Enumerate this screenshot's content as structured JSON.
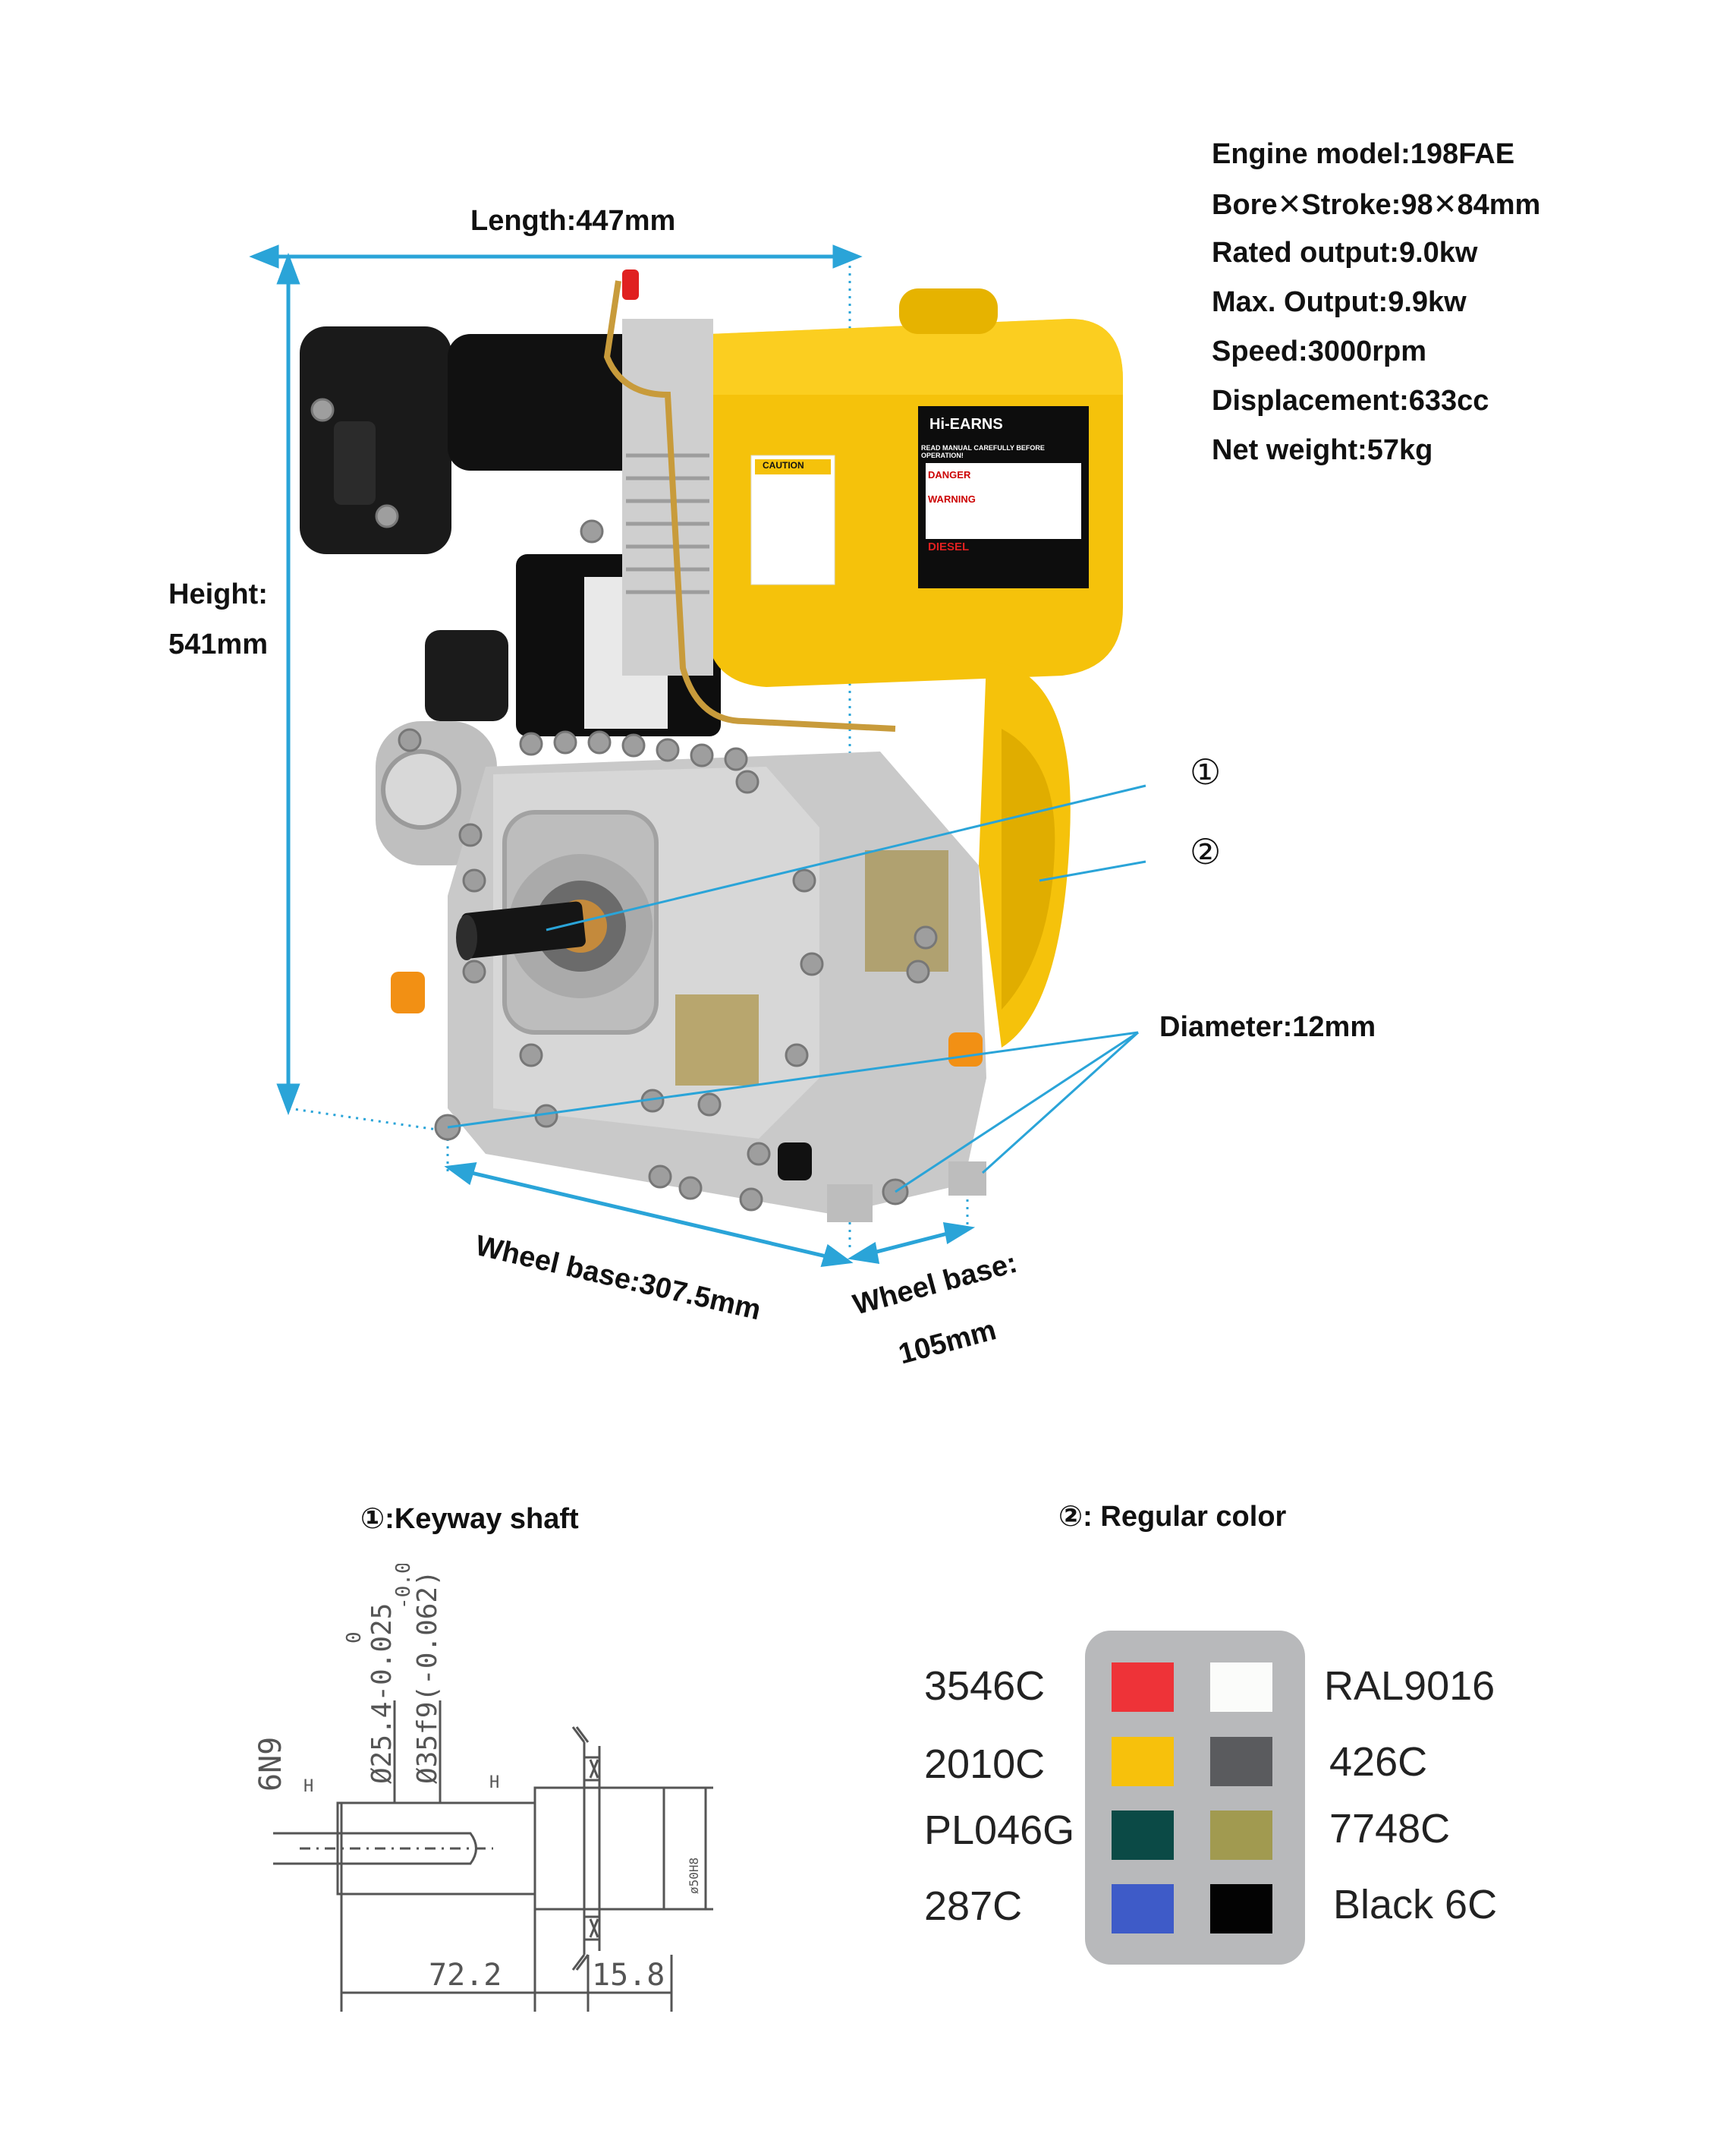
{
  "specs": [
    "Engine model:198FAE",
    "Bore✕Stroke:98✕84mm",
    "Rated output:9.0kw",
    "Max. Output:9.9kw",
    "Speed:3000rpm",
    "Displacement:633cc",
    "Net weight:57kg"
  ],
  "dimensions": {
    "length": "Length:447mm",
    "height_line1": "Height:",
    "height_line2": "541mm",
    "wheel_base_long": "Wheel base:307.5mm",
    "wheel_base_short_line1": "Wheel base:",
    "wheel_base_short_line2": "105mm",
    "diameter": "Diameter:12mm",
    "callout_1": "①",
    "callout_2": "②"
  },
  "engine_labels": {
    "brand": "Hi-EARNS",
    "caution": "CAUTION",
    "read_manual": "READ MANUAL CAREFULLY BEFORE OPERATION!",
    "danger": "DANGER",
    "warning": "WARNING",
    "diesel": "DIESEL"
  },
  "keyway": {
    "title": "①:Keyway shaft",
    "dim_bore": "Ø25.4-0.025",
    "dim_bore_top": "0",
    "dim_shaft": "Ø35f9(-0.062)",
    "dim_shaft_top": "-0.04",
    "key": "6N9",
    "h1": "H",
    "h2": "H",
    "hole": "ø50H8",
    "length_a": "72.2",
    "length_b": "15.8"
  },
  "colors": {
    "title": "②: Regular color",
    "left_codes": [
      "3546C",
      "2010C",
      "PL046G",
      "287C"
    ],
    "right_codes": [
      "RAL9016",
      "426C",
      "7748C",
      "Black 6C"
    ],
    "left_swatches": [
      "#ee3338",
      "#f7c10c",
      "#0b4a46",
      "#3e5bc8"
    ],
    "right_swatches": [
      "#fbfcfa",
      "#5a5b5e",
      "#a19a50",
      "#030303"
    ],
    "panel": "#b8b9bb",
    "engine_yellow": "#f5c20b",
    "dimension_blue": "#2aa4d8"
  }
}
